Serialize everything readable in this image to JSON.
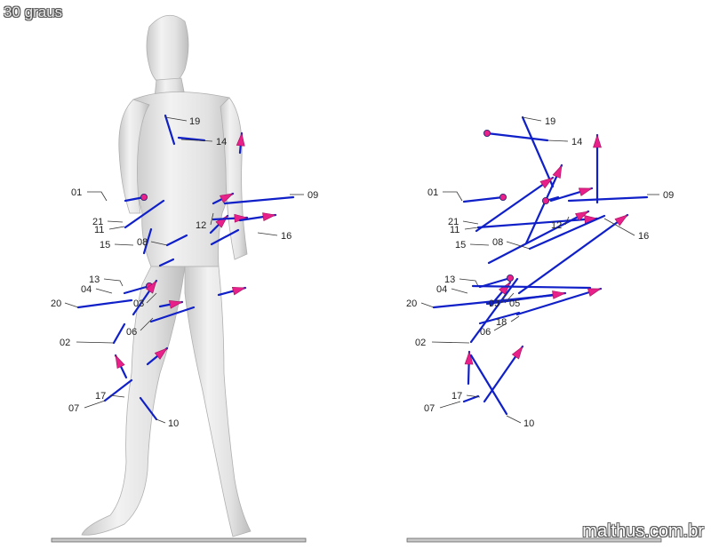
{
  "title": "30 graus",
  "watermark": "malthus.com.br",
  "colors": {
    "vector": "#1020c8",
    "arrowhead": "#e8208a",
    "body": "#e6e6e6",
    "leader": "#333333"
  },
  "left_panel_labels": [
    {
      "id": "lbl-19",
      "text": "19"
    },
    {
      "id": "lbl-14",
      "text": "14"
    },
    {
      "id": "lbl-01",
      "text": "01"
    },
    {
      "id": "lbl-09",
      "text": "09"
    },
    {
      "id": "lbl-21",
      "text": "21"
    },
    {
      "id": "lbl-11",
      "text": "11"
    },
    {
      "id": "lbl-12",
      "text": "12"
    },
    {
      "id": "lbl-16",
      "text": "16"
    },
    {
      "id": "lbl-15",
      "text": "15"
    },
    {
      "id": "lbl-08",
      "text": "08"
    },
    {
      "id": "lbl-13",
      "text": "13"
    },
    {
      "id": "lbl-04",
      "text": "04"
    },
    {
      "id": "lbl-20",
      "text": "20"
    },
    {
      "id": "lbl-03",
      "text": "03"
    },
    {
      "id": "lbl-06",
      "text": "06"
    },
    {
      "id": "lbl-02",
      "text": "02"
    },
    {
      "id": "lbl-17",
      "text": "17"
    },
    {
      "id": "lbl-07",
      "text": "07"
    },
    {
      "id": "lbl-10",
      "text": "10"
    }
  ],
  "right_panel_labels": [
    {
      "id": "rlbl-19",
      "text": "19"
    },
    {
      "id": "rlbl-14",
      "text": "14"
    },
    {
      "id": "rlbl-01",
      "text": "01"
    },
    {
      "id": "rlbl-09",
      "text": "09"
    },
    {
      "id": "rlbl-21",
      "text": "21"
    },
    {
      "id": "rlbl-11",
      "text": "11"
    },
    {
      "id": "rlbl-12",
      "text": "12"
    },
    {
      "id": "rlbl-16",
      "text": "16"
    },
    {
      "id": "rlbl-15",
      "text": "15"
    },
    {
      "id": "rlbl-08",
      "text": "08"
    },
    {
      "id": "rlbl-13",
      "text": "13"
    },
    {
      "id": "rlbl-04",
      "text": "04"
    },
    {
      "id": "rlbl-03",
      "text": "03"
    },
    {
      "id": "rlbl-05",
      "text": "05"
    },
    {
      "id": "rlbl-20",
      "text": "20"
    },
    {
      "id": "rlbl-18",
      "text": "18"
    },
    {
      "id": "rlbl-06",
      "text": "06"
    },
    {
      "id": "rlbl-02",
      "text": "02"
    },
    {
      "id": "rlbl-17",
      "text": "17"
    },
    {
      "id": "rlbl-07",
      "text": "07"
    },
    {
      "id": "rlbl-10",
      "text": "10"
    }
  ]
}
